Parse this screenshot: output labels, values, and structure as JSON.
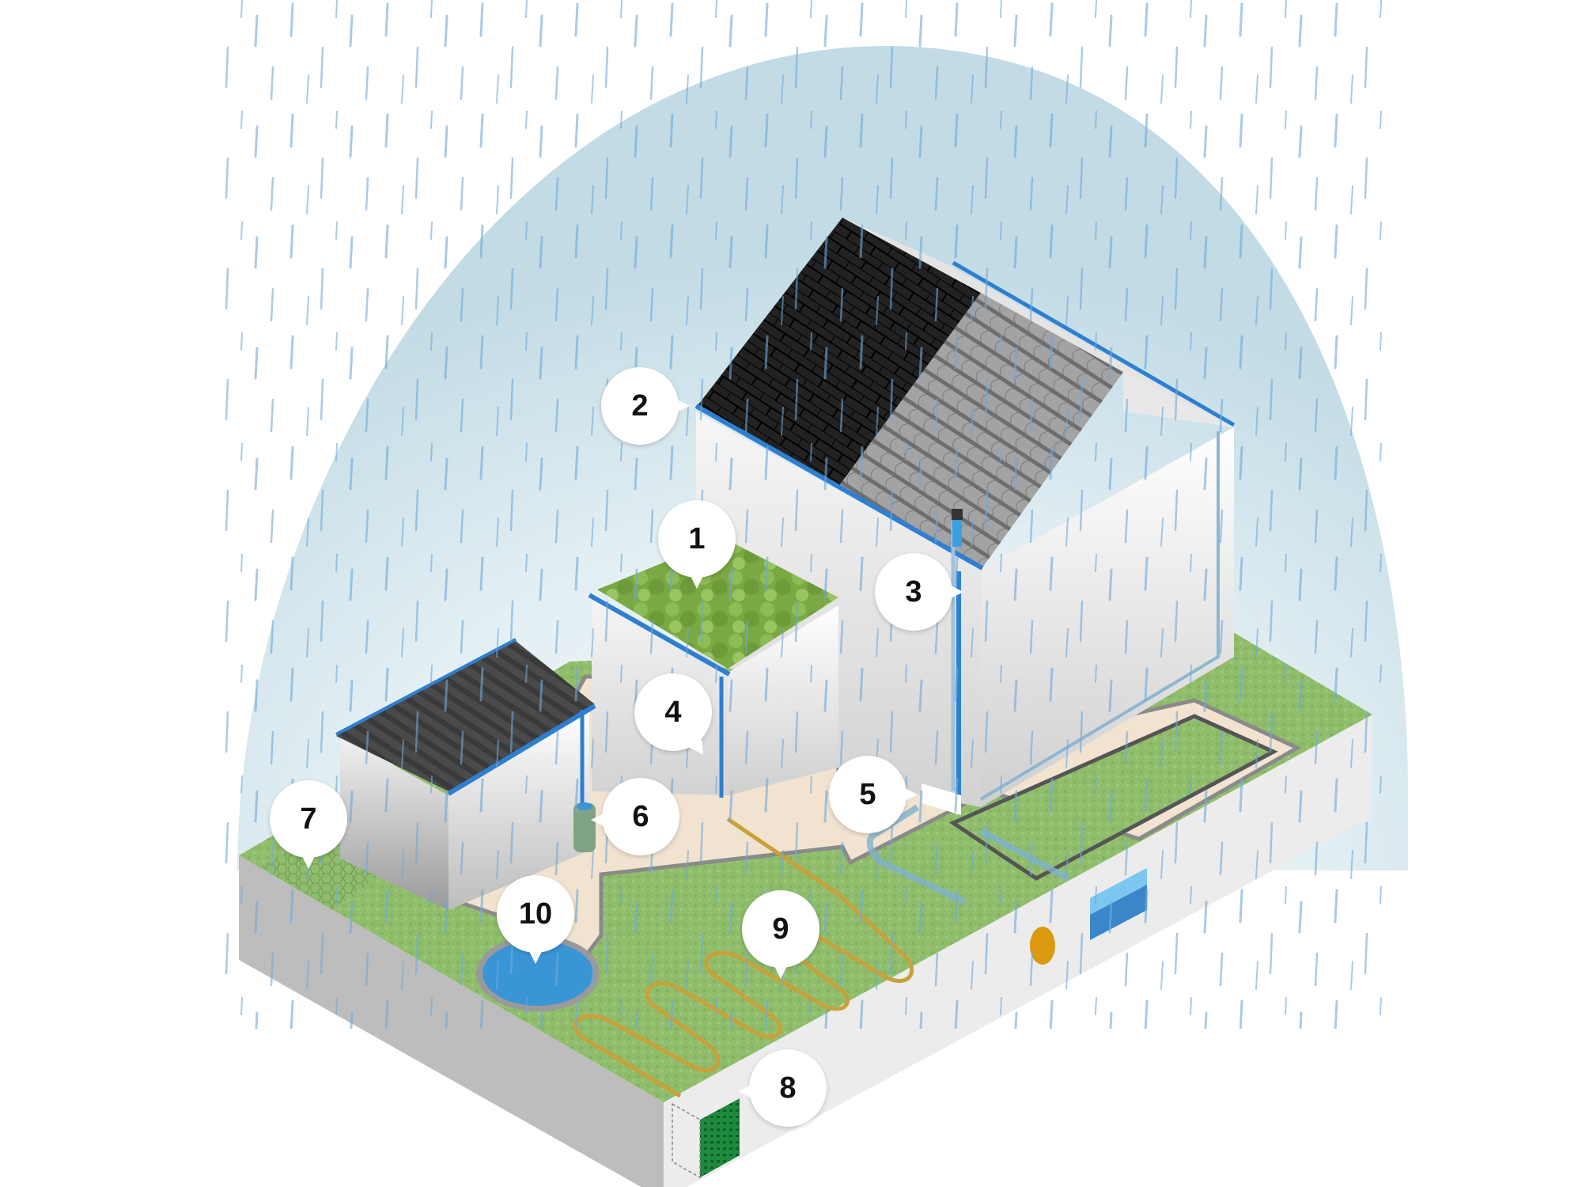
{
  "diagram": {
    "type": "isometric illustration",
    "subject": "rainwater management around a house",
    "colors": {
      "sky_dome": "#c9e0e8",
      "rain": "#6fa8d8",
      "gutter": "#2f7fd0",
      "grass": "#8fbd6c",
      "paving": "#f1e3d0",
      "slab_side": "#bdbdbd",
      "slab_front": "#ececec",
      "roof_dark": "#1f1f1f",
      "roof_grey": "#9a9a9a",
      "green_roof": "#7aa843",
      "pond": "#3a95d6",
      "rain_barrel": "#7fa483",
      "orange_pipe": "#d99a10",
      "tank_water": "#3a86c8",
      "tank_water_light": "#7cc6ef",
      "infiltration_crate": "#1e8a3e",
      "drain_coil": "#c9a13a"
    },
    "callouts": [
      {
        "id": "1",
        "label": "1",
        "target": "green roof"
      },
      {
        "id": "2",
        "label": "2",
        "target": "roof gutter"
      },
      {
        "id": "3",
        "label": "3",
        "target": "downpipe"
      },
      {
        "id": "4",
        "label": "4",
        "target": "extension wall downpipe"
      },
      {
        "id": "5",
        "label": "5",
        "target": "downpipe connector"
      },
      {
        "id": "6",
        "label": "6",
        "target": "rain barrel"
      },
      {
        "id": "7",
        "label": "7",
        "target": "permeable grass paving"
      },
      {
        "id": "8",
        "label": "8",
        "target": "infiltration crate"
      },
      {
        "id": "9",
        "label": "9",
        "target": "drainage coil"
      },
      {
        "id": "10",
        "label": "10",
        "target": "pond"
      }
    ]
  }
}
